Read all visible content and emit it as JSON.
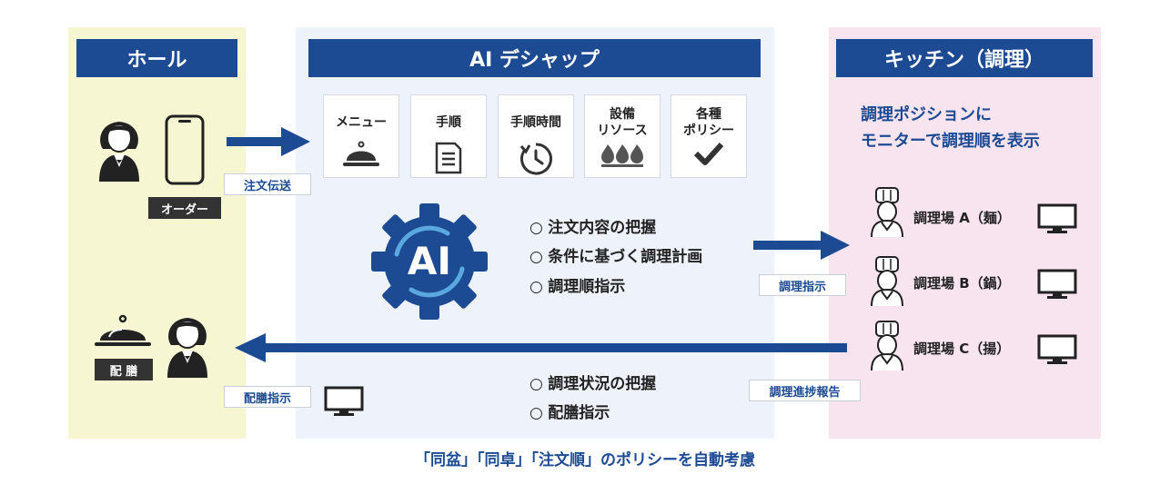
{
  "hall": {
    "title": "ホール",
    "order_label": "オーダー",
    "serve_label": "配 膳"
  },
  "center": {
    "title": "AI デシャップ",
    "tiles": [
      {
        "label": "メニュー"
      },
      {
        "label": "手順"
      },
      {
        "label": "手順時間"
      },
      {
        "label": "設備\nリソース"
      },
      {
        "label": "各種\nポリシー"
      }
    ],
    "ai_label": "AI",
    "bullets_top": [
      "注文内容の把握",
      "条件に基づく調理計画",
      "調理順指示"
    ],
    "bullets_bottom": [
      "調理状況の把握",
      "配膳指示"
    ]
  },
  "kitchen": {
    "title": "キッチン（調理）",
    "desc_line1": "調理ポジションに",
    "desc_line2": "モニターで調理順を表示",
    "stations": [
      "調理場 A（麺）",
      "調理場 B（鍋）",
      "調理場 C（揚）"
    ]
  },
  "tags": {
    "order_send": "注文伝送",
    "cook_instr": "調理指示",
    "progress_report": "調理進捗報告",
    "serve_instr": "配膳指示"
  },
  "footer": "「同盆」「同卓」「注文順」のポリシーを自動考慮",
  "colors": {
    "brand": "#1c4a93",
    "hall_bg": "#f6f6d2",
    "center_bg": "#eef3fb",
    "kitchen_bg": "#f8e4ee"
  },
  "icons": [
    "waiter-icon",
    "smartphone-icon",
    "cloche-icon",
    "document-icon",
    "timer-icon",
    "flame-icon",
    "check-icon",
    "gear-ai-icon",
    "chef-icon",
    "monitor-icon",
    "arrow-icon"
  ]
}
